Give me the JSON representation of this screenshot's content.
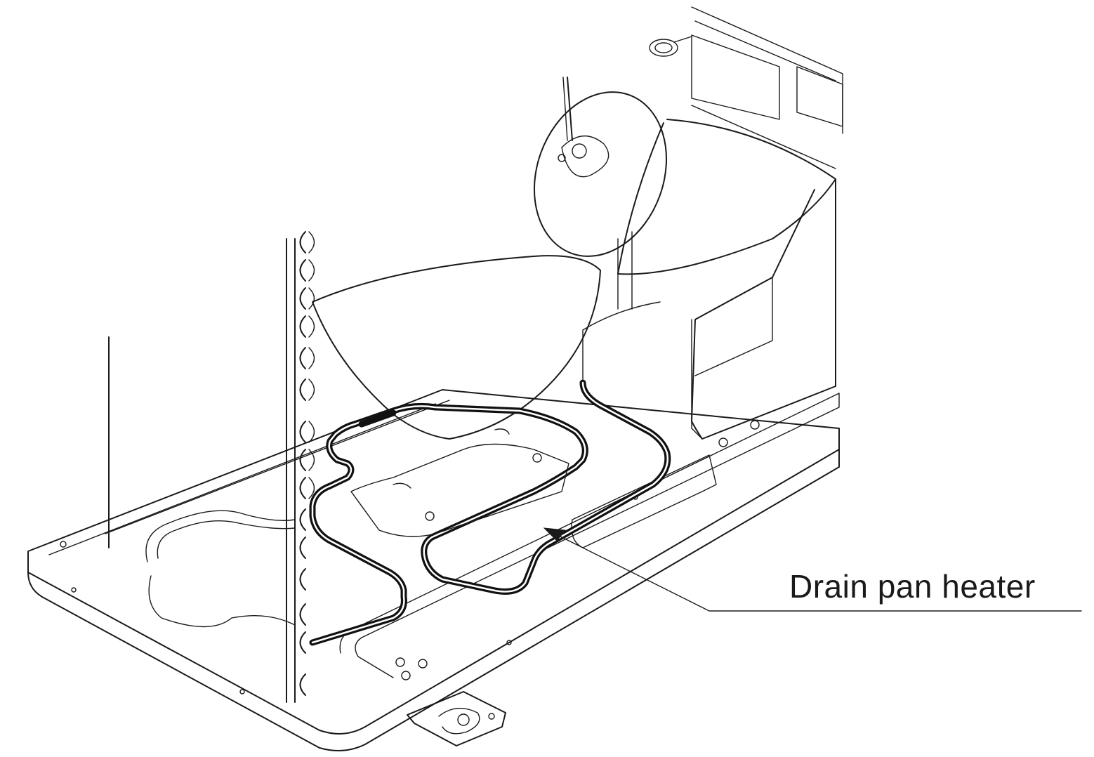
{
  "figure": {
    "callout": {
      "label": "Drain pan heater",
      "target": "drain-pan-heater"
    }
  },
  "icons": {
    "arrowhead": "callout-arrowhead"
  },
  "colors": {
    "line": "#1a1a1a",
    "background": "#ffffff"
  }
}
